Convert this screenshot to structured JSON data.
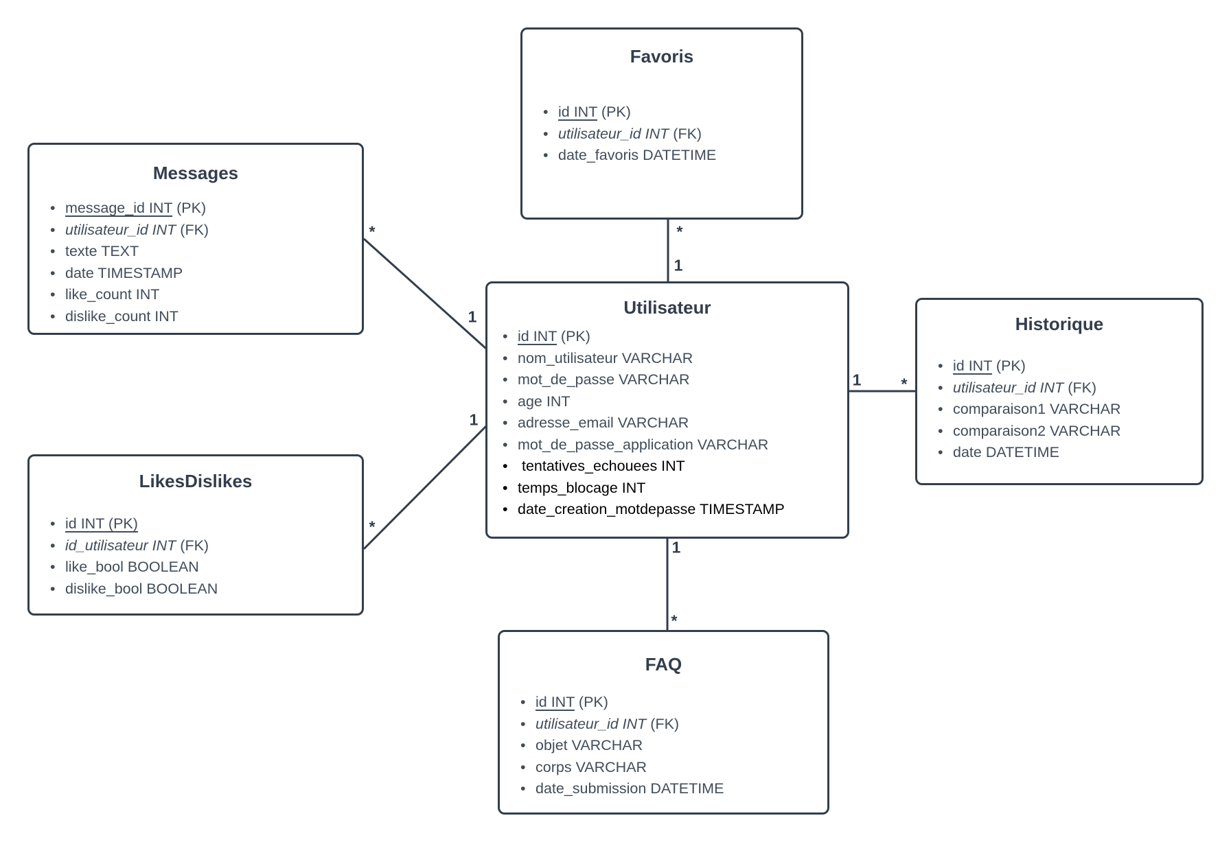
{
  "colors": {
    "line": "#333e4c",
    "attribute_text": "#414c5a",
    "title_text": "#333e4c",
    "emphasis_text": "#000000",
    "background": "#ffffff"
  },
  "entities": {
    "messages": {
      "title": "Messages",
      "attributes": [
        {
          "main": "message_id INT",
          "rest": " (PK)",
          "style": "pk"
        },
        {
          "main": "utilisateur_id INT",
          "rest": " (FK)",
          "style": "fk"
        },
        {
          "main": "texte TEXT",
          "rest": "",
          "style": "plain"
        },
        {
          "main": "date TIMESTAMP",
          "rest": "",
          "style": "plain"
        },
        {
          "main": "like_count INT",
          "rest": "",
          "style": "plain"
        },
        {
          "main": "dislike_count INT",
          "rest": "",
          "style": "plain"
        }
      ]
    },
    "favoris": {
      "title": "Favoris",
      "attributes": [
        {
          "main": "id INT",
          "rest": " (PK)",
          "style": "pk"
        },
        {
          "main": "utilisateur_id INT",
          "rest": " (FK)",
          "style": "fk"
        },
        {
          "main": "date_favoris DATETIME",
          "rest": "",
          "style": "plain"
        }
      ]
    },
    "utilisateur": {
      "title": "Utilisateur",
      "attributes": [
        {
          "main": "id INT",
          "rest": " (PK)",
          "style": "pk"
        },
        {
          "main": "nom_utilisateur VARCHAR",
          "rest": "",
          "style": "plain"
        },
        {
          "main": "mot_de_passe VARCHAR",
          "rest": "",
          "style": "plain"
        },
        {
          "main": "age INT",
          "rest": "",
          "style": "plain"
        },
        {
          "main": "adresse_email VARCHAR",
          "rest": "",
          "style": "plain"
        },
        {
          "main": "mot_de_passe_application VARCHAR",
          "rest": "",
          "style": "plain"
        },
        {
          "main": " tentatives_echouees INT",
          "rest": "",
          "style": "plain",
          "black": true
        },
        {
          "main": "temps_blocage INT",
          "rest": "",
          "style": "plain",
          "black": true
        },
        {
          "main": "date_creation_motdepasse TIMESTAMP",
          "rest": "",
          "style": "plain",
          "black": true
        }
      ]
    },
    "historique": {
      "title": "Historique",
      "attributes": [
        {
          "main": "id INT",
          "rest": " (PK)",
          "style": "pk"
        },
        {
          "main": "utilisateur_id INT",
          "rest": " (FK)",
          "style": "fk"
        },
        {
          "main": "comparaison1 VARCHAR",
          "rest": "",
          "style": "plain"
        },
        {
          "main": "comparaison2 VARCHAR",
          "rest": "",
          "style": "plain"
        },
        {
          "main": "date DATETIME",
          "rest": "",
          "style": "plain"
        }
      ]
    },
    "likesdislikes": {
      "title": "LikesDislikes",
      "attributes": [
        {
          "main": "id INT (PK)",
          "rest": "",
          "style": "pk"
        },
        {
          "main": "id_utilisateur INT",
          "rest": " (FK)",
          "style": "fk"
        },
        {
          "main": "like_bool BOOLEAN",
          "rest": "",
          "style": "plain"
        },
        {
          "main": "dislike_bool BOOLEAN",
          "rest": "",
          "style": "plain"
        }
      ]
    },
    "faq": {
      "title": "FAQ",
      "attributes": [
        {
          "main": "id INT",
          "rest": " (PK)",
          "style": "pk"
        },
        {
          "main": "utilisateur_id INT",
          "rest": " (FK)",
          "style": "fk"
        },
        {
          "main": "objet VARCHAR",
          "rest": "",
          "style": "plain"
        },
        {
          "main": "corps VARCHAR",
          "rest": "",
          "style": "plain"
        },
        {
          "main": "date_submission DATETIME",
          "rest": "",
          "style": "plain"
        }
      ]
    }
  },
  "relations": [
    {
      "id": "messages-utilisateur",
      "from": "Messages",
      "to": "Utilisateur",
      "from_label": "*",
      "to_label": "1"
    },
    {
      "id": "likesdislikes-utilisateur",
      "from": "LikesDislikes",
      "to": "Utilisateur",
      "from_label": "*",
      "to_label": "1"
    },
    {
      "id": "favoris-utilisateur",
      "from": "Favoris",
      "to": "Utilisateur",
      "from_label": "*",
      "to_label": "1"
    },
    {
      "id": "utilisateur-historique",
      "from": "Utilisateur",
      "to": "Historique",
      "from_label": "1",
      "to_label": "*"
    },
    {
      "id": "utilisateur-faq",
      "from": "Utilisateur",
      "to": "FAQ",
      "from_label": "1",
      "to_label": "*"
    }
  ]
}
